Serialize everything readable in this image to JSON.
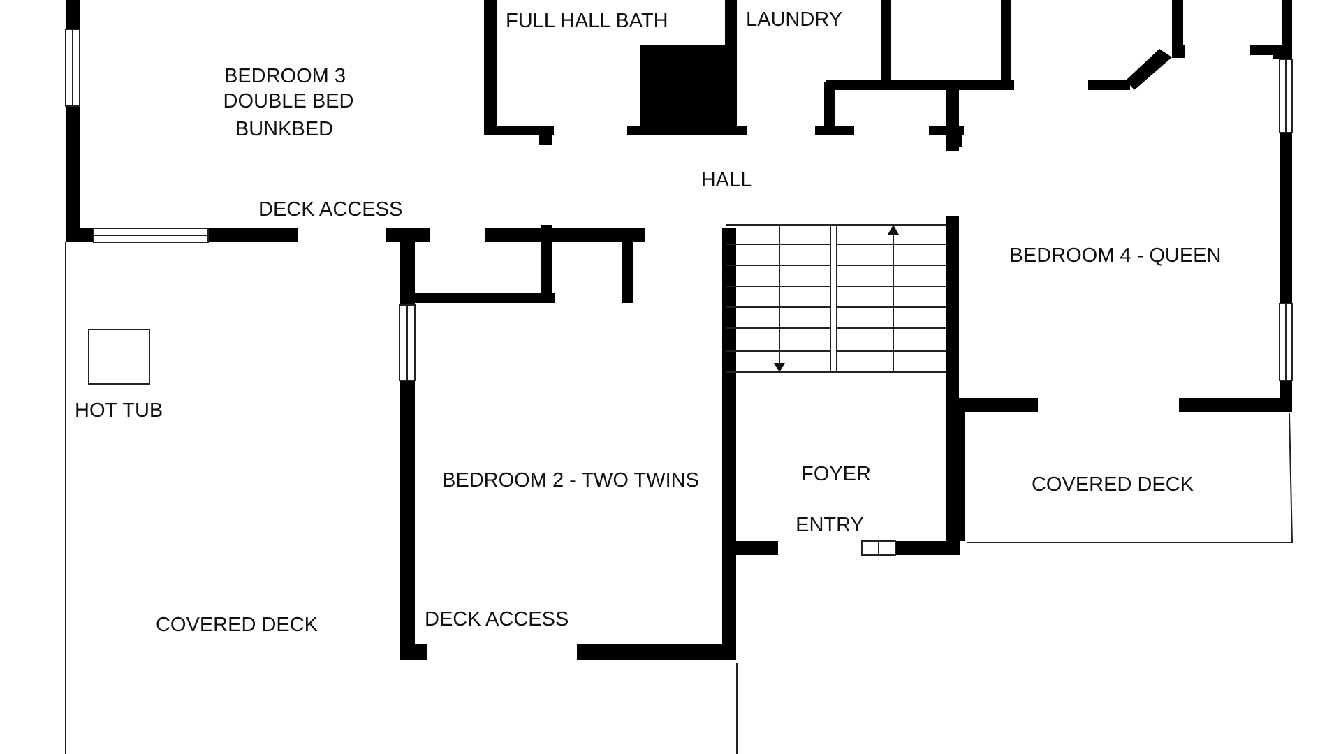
{
  "colors": {
    "wall": "#000000",
    "background": "#ffffff",
    "thin_line": "#222222",
    "text": "#111111"
  },
  "labels": {
    "full_hall_bath": "FULL HALL BATH",
    "laundry": "LAUNDRY",
    "bedroom3_line1": "BEDROOM 3",
    "bedroom3_line2": "DOUBLE BED",
    "bedroom3_line3": "BUNKBED",
    "hall": "HALL",
    "deck_access_top": "DECK ACCESS",
    "bedroom4": "BEDROOM 4 - QUEEN",
    "hot_tub": "HOT TUB",
    "bedroom2": "BEDROOM 2 - TWO TWINS",
    "foyer": "FOYER",
    "entry": "ENTRY",
    "covered_deck_right": "COVERED DECK",
    "deck_access_bottom": "DECK ACCESS",
    "covered_deck_left": "COVERED DECK"
  },
  "icons": {
    "stair_up": "arrow-up-icon",
    "stair_down": "arrow-down-icon"
  }
}
